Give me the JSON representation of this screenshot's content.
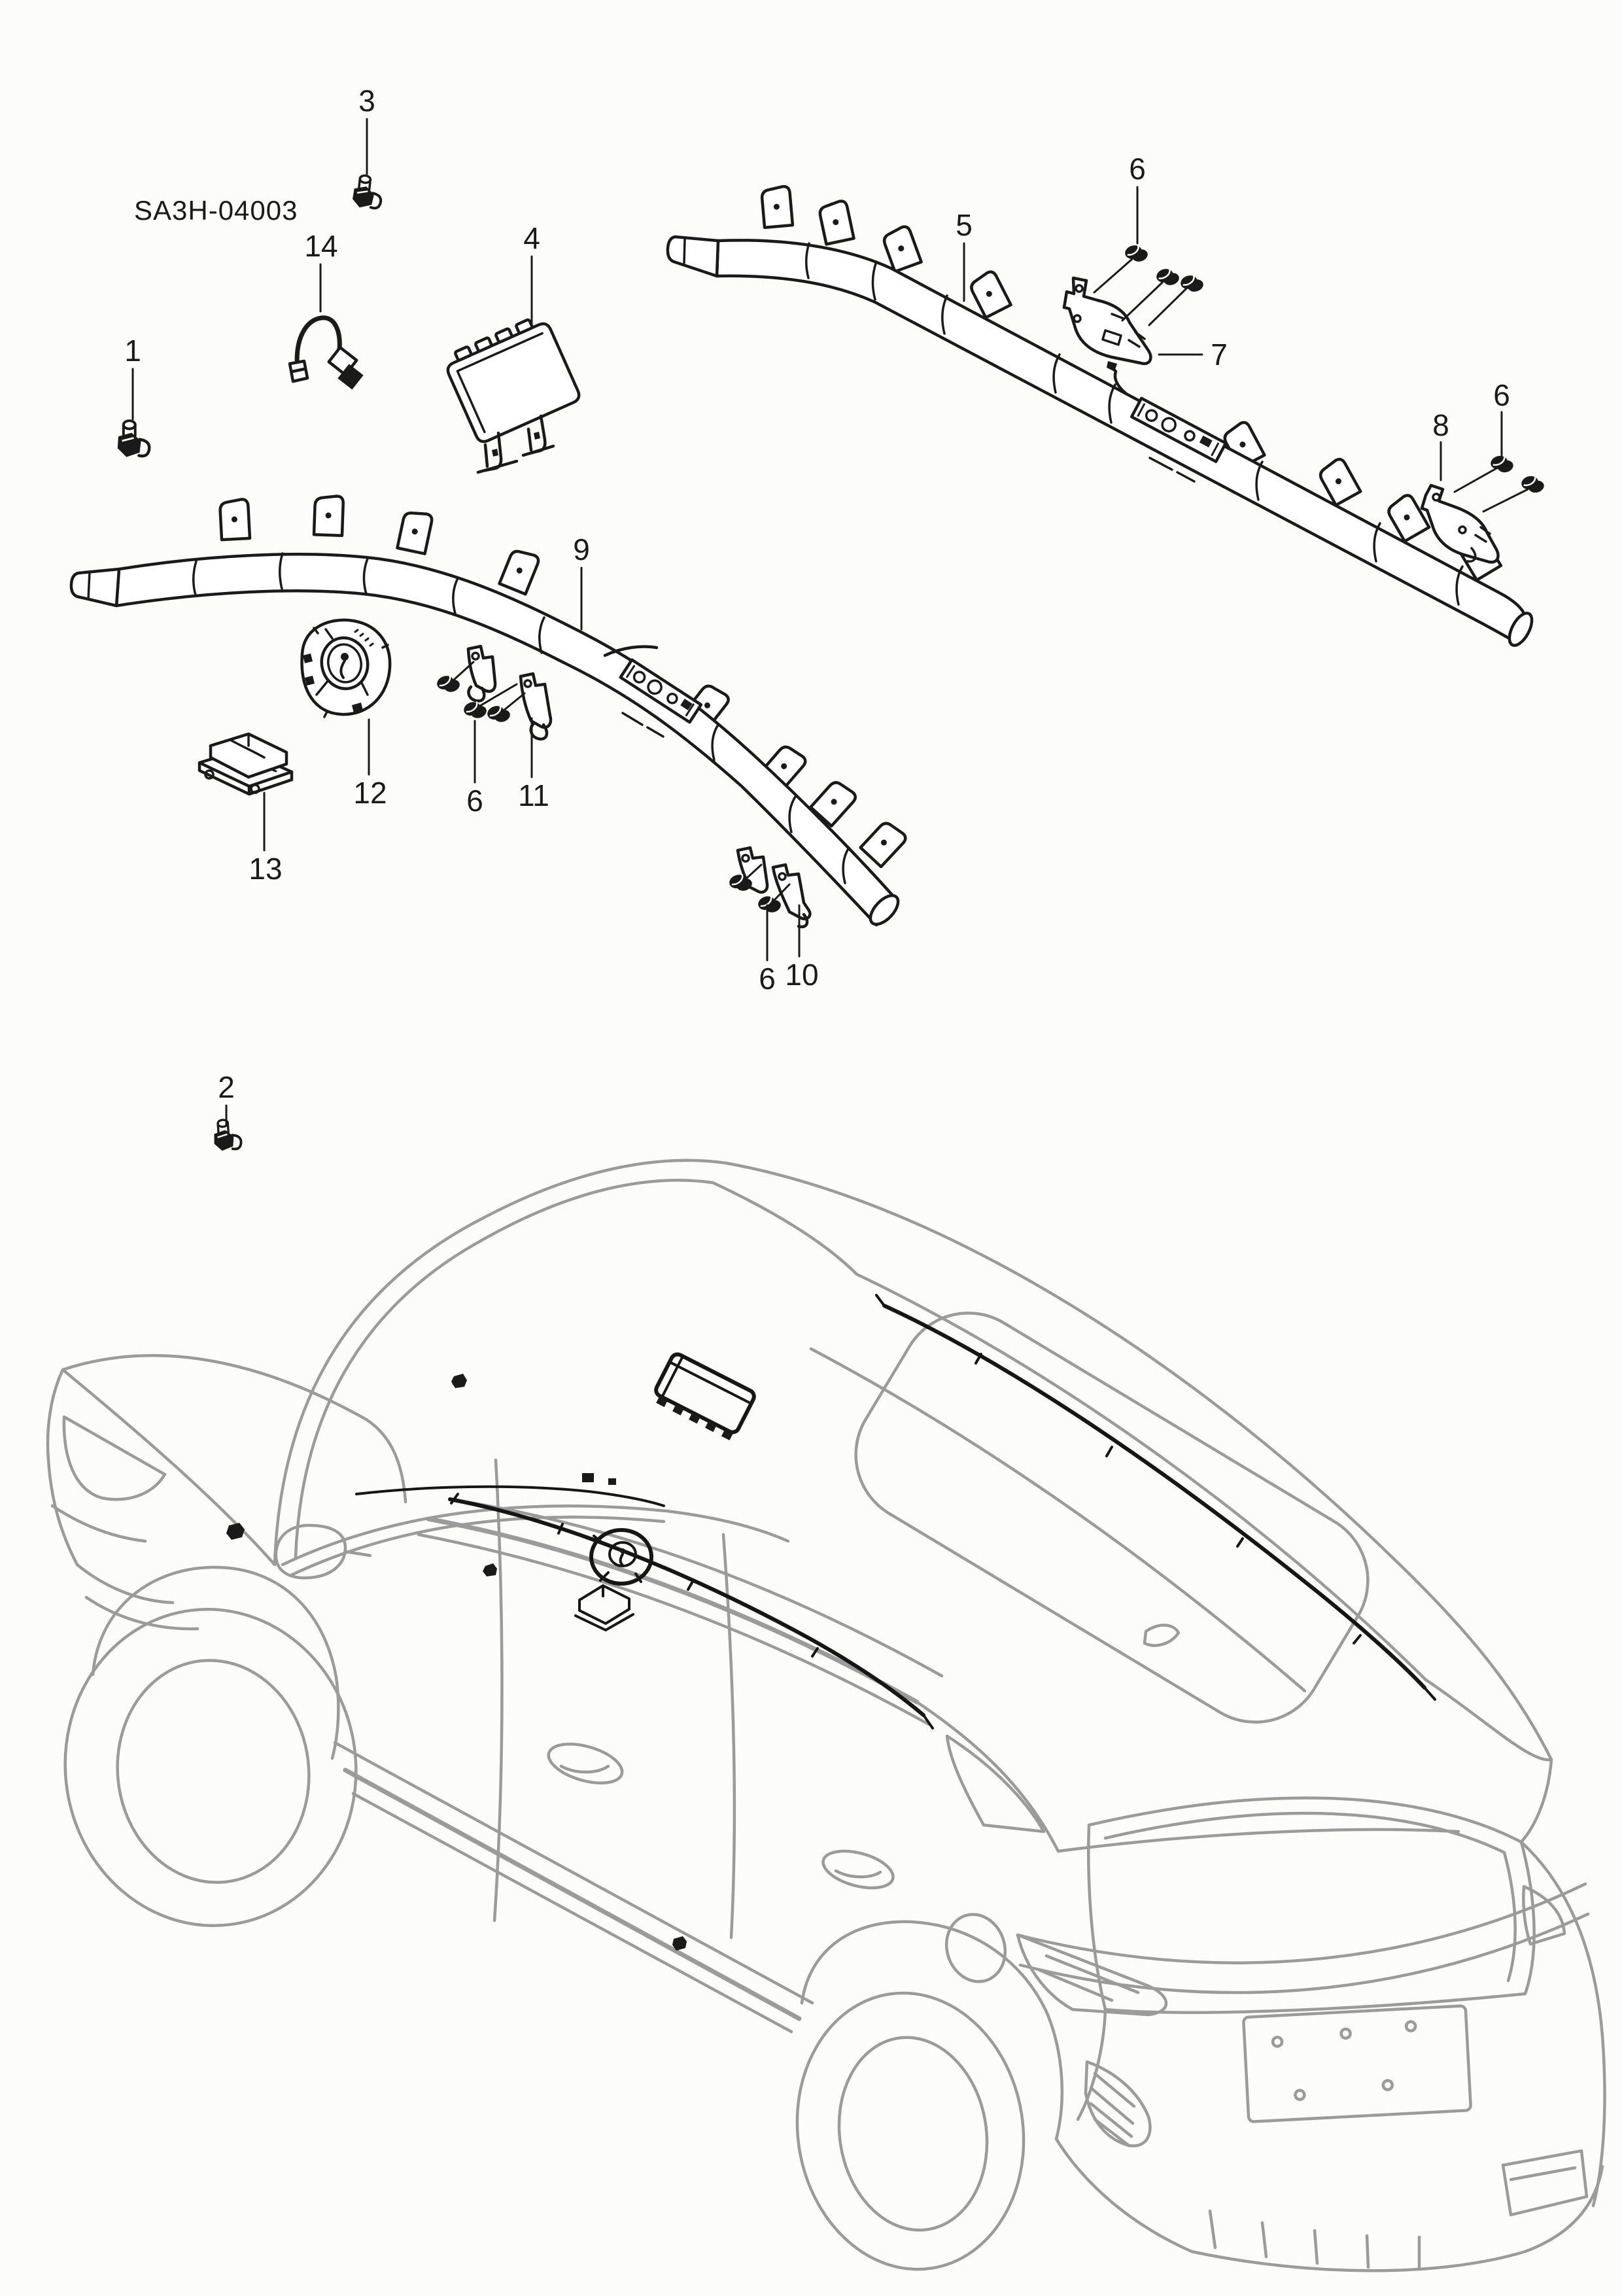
{
  "header": {
    "code": "SA3H-04003"
  },
  "callouts": {
    "c1": "1",
    "c2": "2",
    "c3": "3",
    "c4": "4",
    "c5": "5",
    "c6a": "6",
    "c6b": "6",
    "c6c": "6",
    "c6d": "6",
    "c7": "7",
    "c8": "8",
    "c9": "9",
    "c10": "10",
    "c11": "11",
    "c12": "12",
    "c13": "13",
    "c14": "14"
  },
  "colors": {
    "ink": "#1a1a1a",
    "car_outline": "#9b9b9b",
    "background": "#fcfcfa"
  }
}
